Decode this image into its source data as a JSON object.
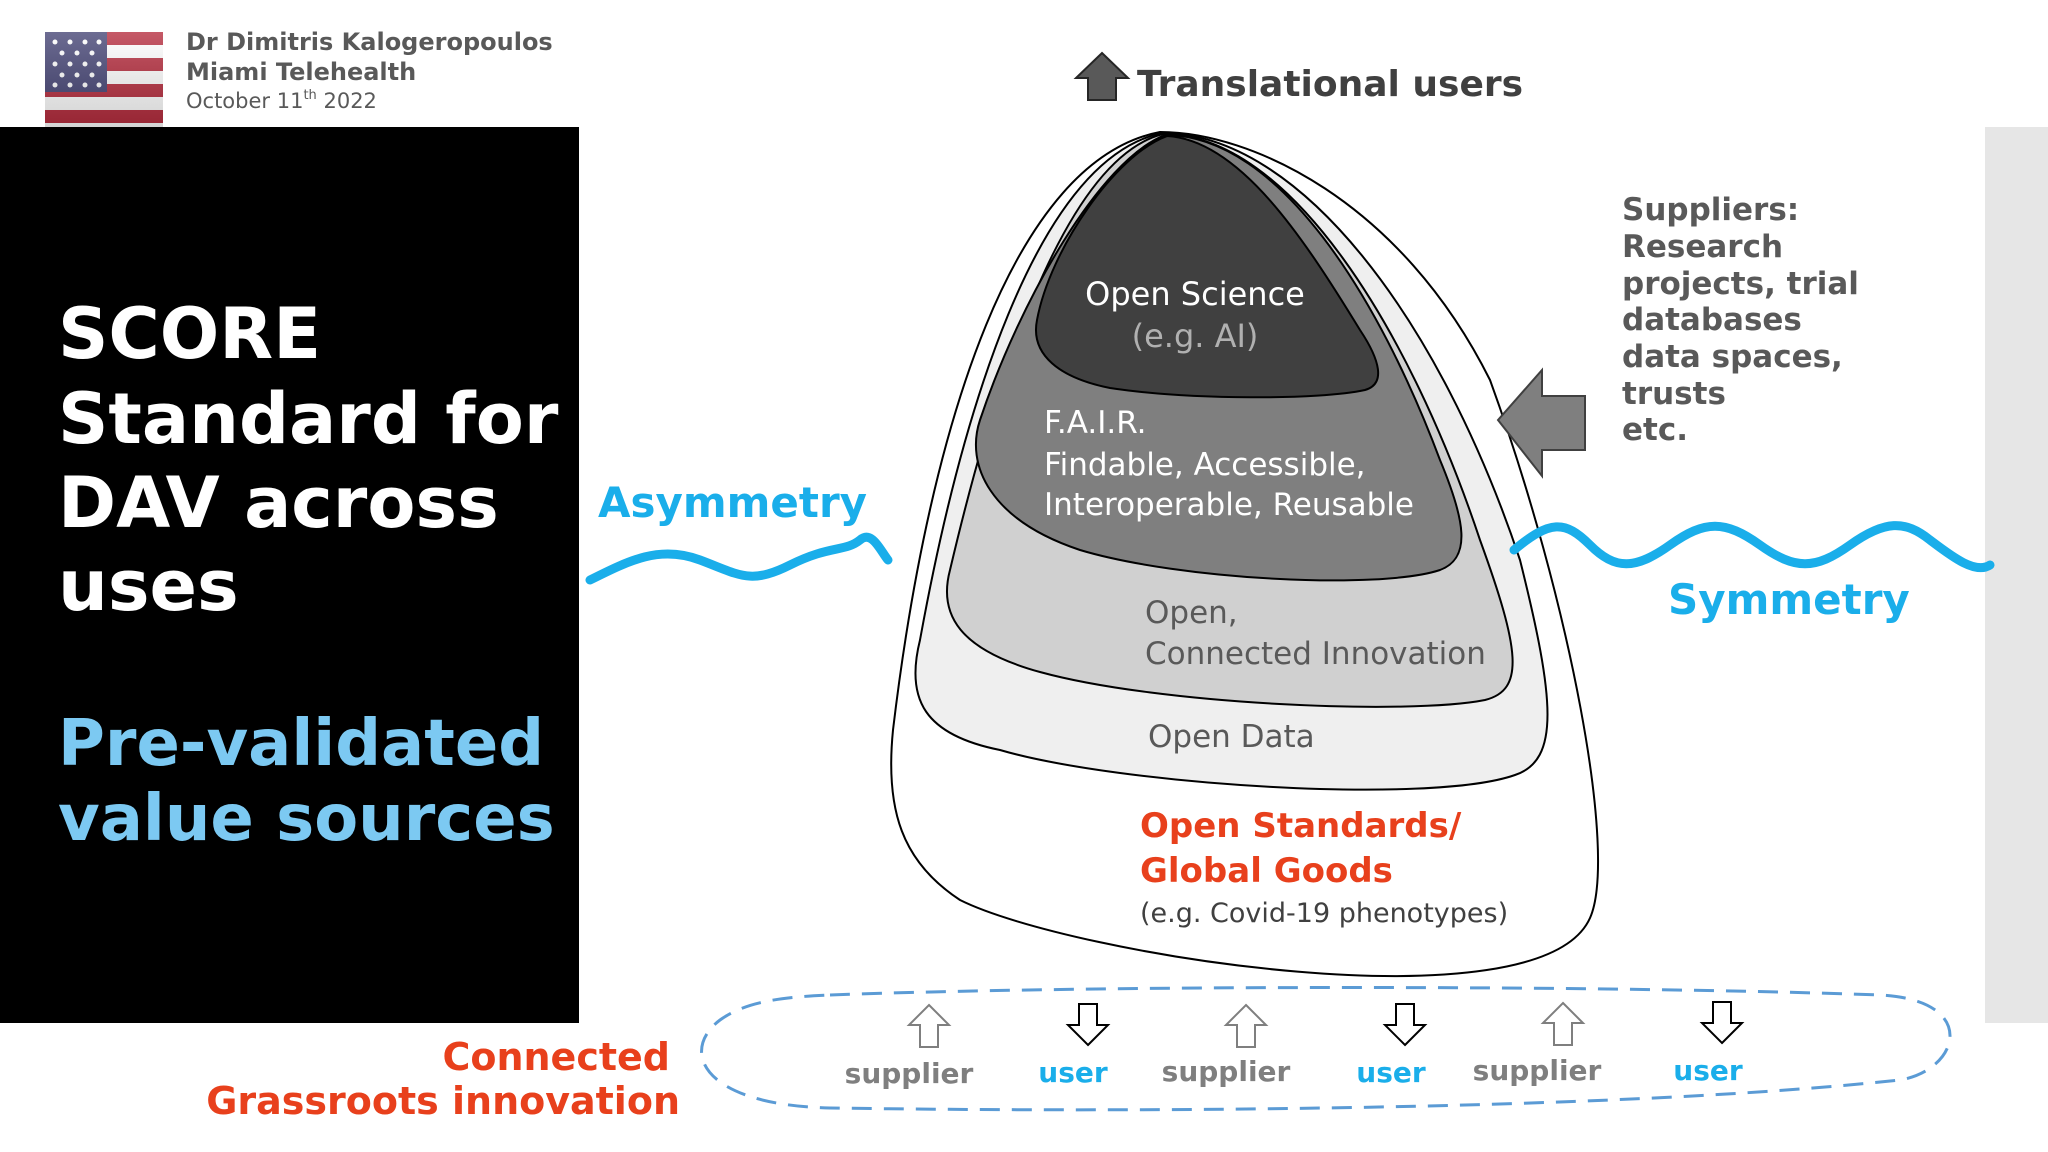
{
  "header": {
    "author": "Dr Dimitris Kalogeropoulos",
    "org": "Miami Telehealth",
    "date_prefix": "October 11",
    "date_sup": "th",
    "date_suffix": " 2022"
  },
  "left_panel": {
    "title_lines": [
      "SCORE",
      "Standard for",
      "DAV across",
      "uses"
    ],
    "subtitle_lines": [
      "Pre-validated",
      "value sources"
    ]
  },
  "top_label": "Translational users",
  "asymmetry_label": "Asymmetry",
  "symmetry_label": "Symmetry",
  "layers": {
    "open_science": {
      "title": "Open Science",
      "note": "(e.g. AI)"
    },
    "fair": {
      "line1": "F.A.I.R.",
      "line2": "Findable, Accessible,",
      "line3": "Interoperable, Reusable"
    },
    "open_connected": {
      "line1": "Open,",
      "line2": "Connected Innovation"
    },
    "open_data": {
      "label": "Open Data"
    },
    "open_standards": {
      "line1": "Open Standards/",
      "line2": "Global Goods",
      "note": "(e.g. Covid-19 phenotypes)"
    }
  },
  "suppliers": {
    "lines": [
      "Suppliers:",
      "Research",
      "projects, trial",
      "databases",
      "data spaces,",
      "trusts",
      "etc."
    ]
  },
  "grassroots": {
    "label_lines": [
      "Connected",
      "Grassroots innovation"
    ],
    "items": [
      {
        "label": "supplier",
        "direction": "up"
      },
      {
        "label": "user",
        "direction": "down"
      },
      {
        "label": "supplier",
        "direction": "up"
      },
      {
        "label": "user",
        "direction": "down"
      },
      {
        "label": "supplier",
        "direction": "up"
      },
      {
        "label": "user",
        "direction": "down"
      }
    ]
  },
  "colors": {
    "accent_blue": "#1aaeea",
    "light_blue": "#7cc9f2",
    "accent_red": "#e8401c",
    "gray_text": "#595959",
    "dark_layer": "#404040",
    "mid_layer": "#7f7f7f",
    "light_layer": "#d0d0d0",
    "lighter_layer": "#efefef"
  }
}
